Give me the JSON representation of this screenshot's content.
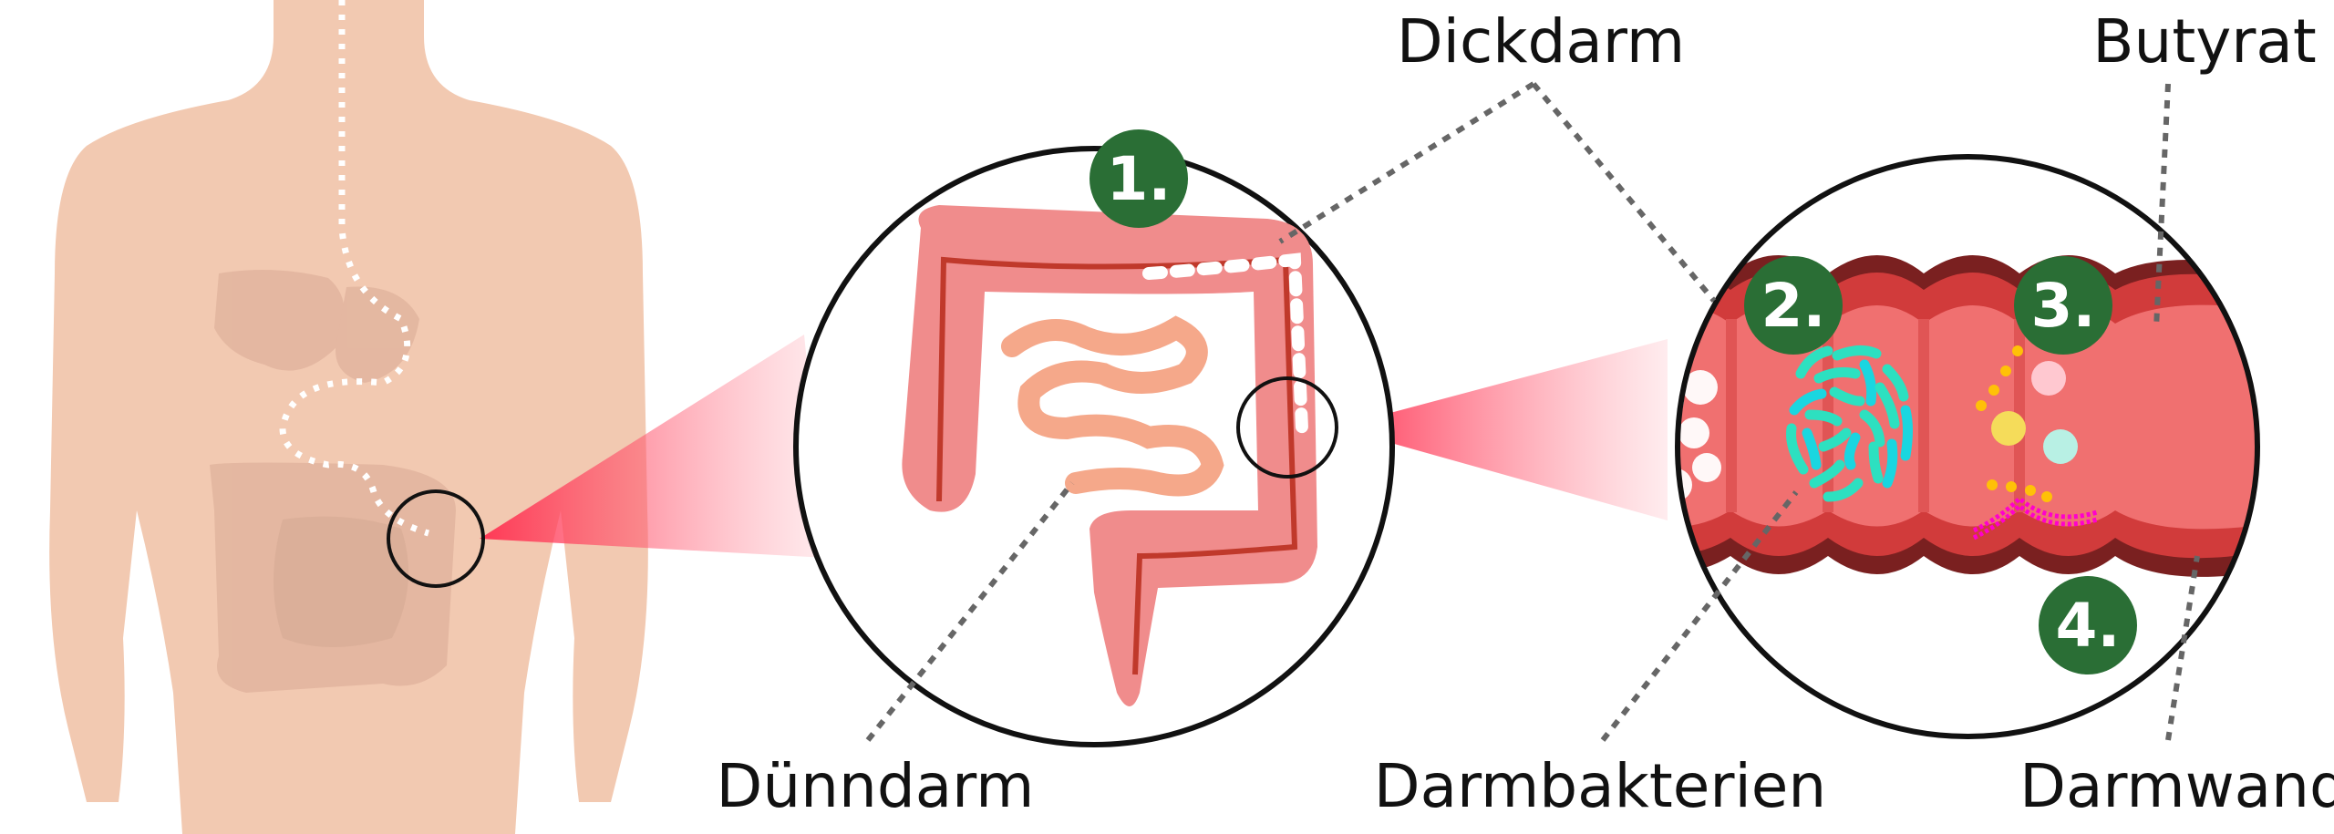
{
  "labels": {
    "large_intestine": "Dickdarm",
    "butyrate": "Butyrat",
    "small_intestine": "Dünndarm",
    "gut_bacteria": "Darmbakterien",
    "gut_wall": "Darmwand"
  },
  "steps": [
    "1.",
    "2.",
    "3.",
    "4."
  ],
  "colors": {
    "skin": "#f2c9b1",
    "colon": "#f07070",
    "colon_dark": "#7a2020",
    "badge": "#2a6e35",
    "bacteria": "#2de0c0",
    "butyrate": "#ffc107",
    "wall_cells": "#ff00cc"
  }
}
